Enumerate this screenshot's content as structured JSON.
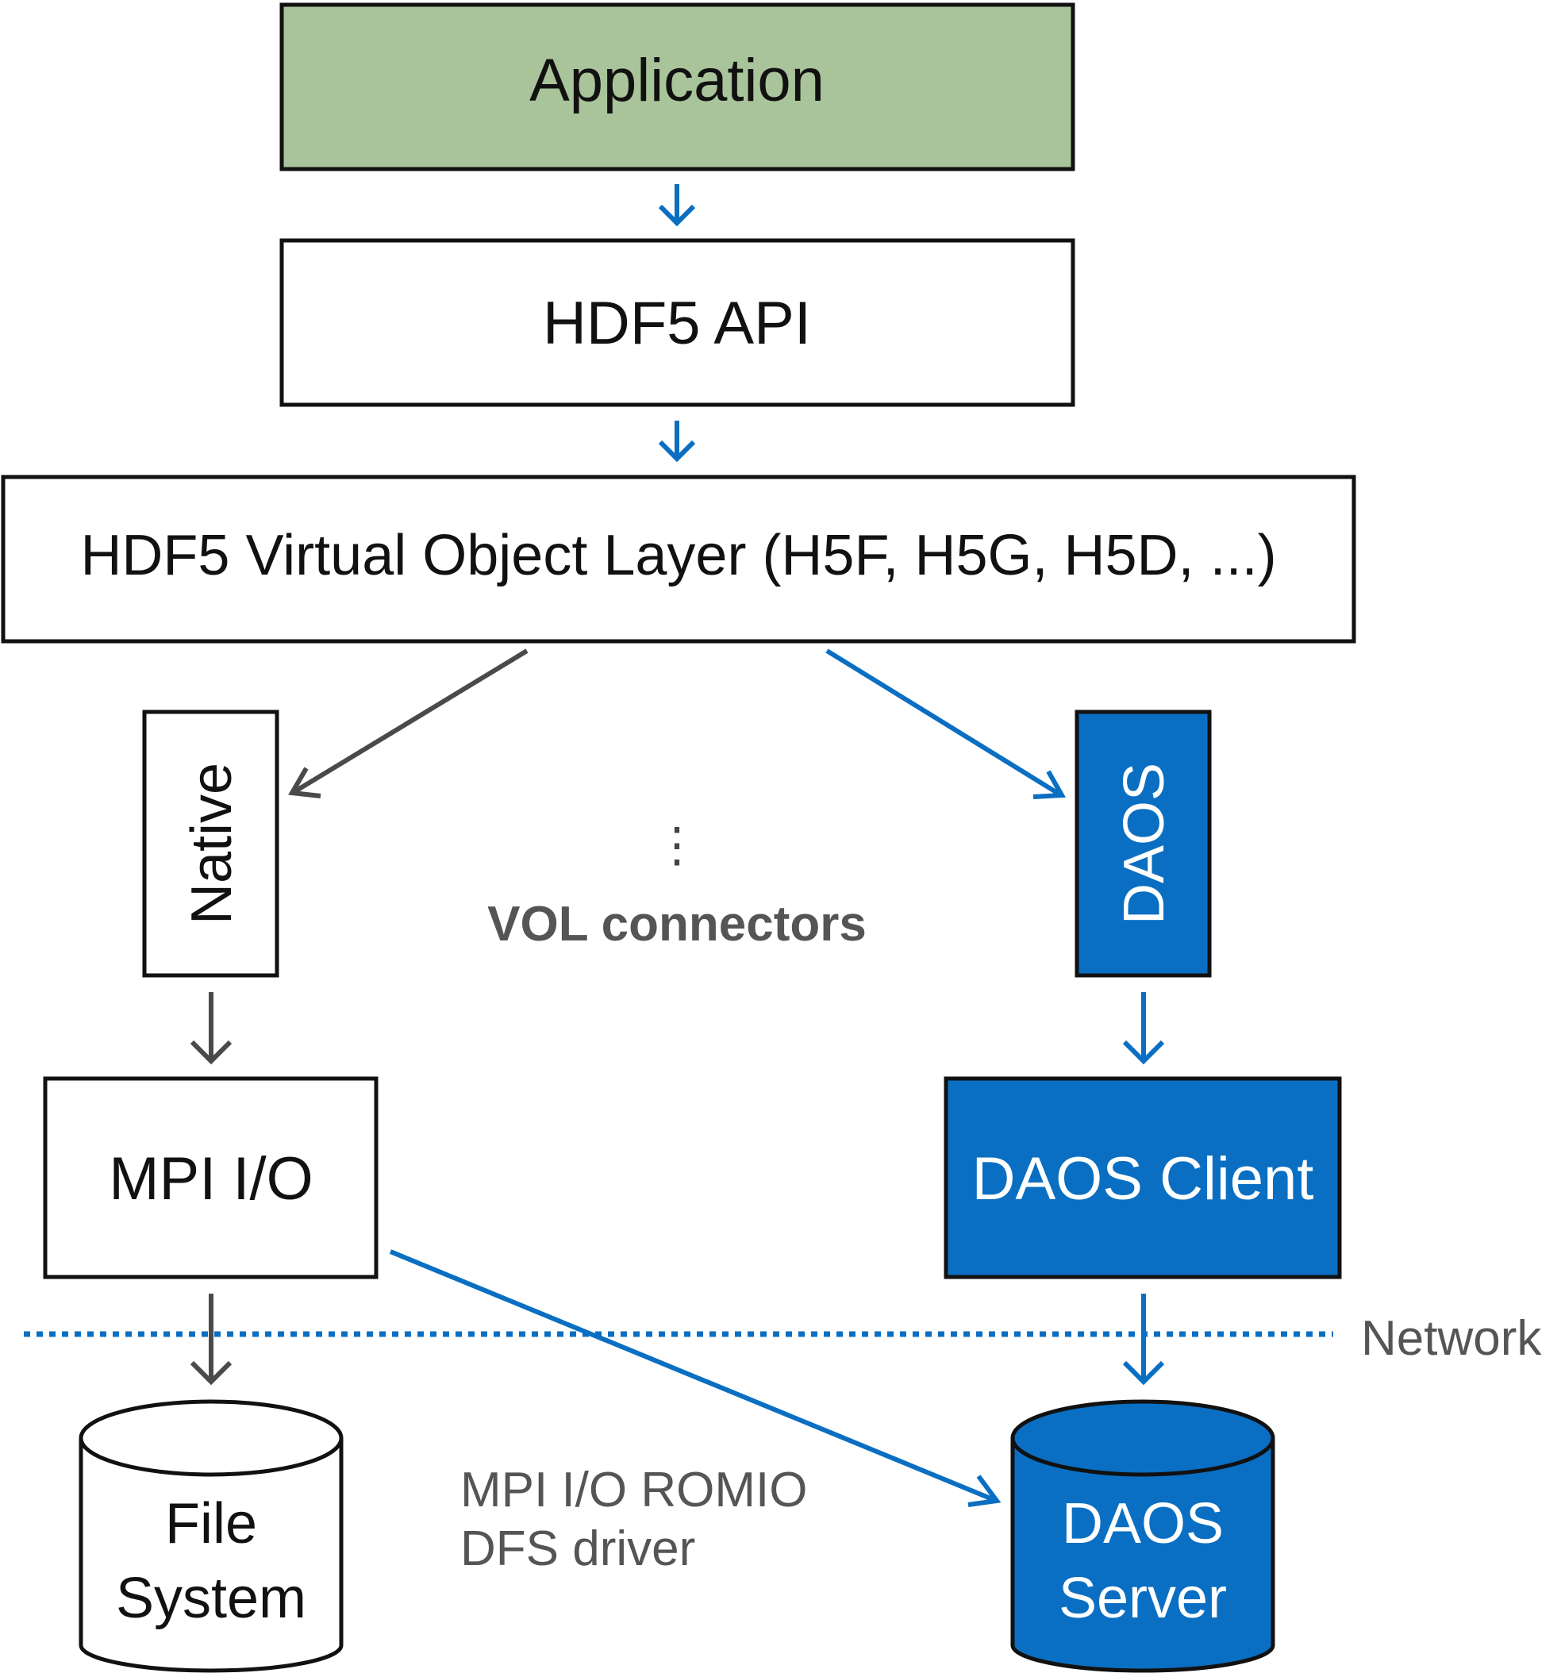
{
  "labels": {
    "application": "Application",
    "hdf5_api": "HDF5 API",
    "vol_layer": "HDF5 Virtual Object Layer (H5F, H5G, H5D, ...)",
    "native": "Native",
    "daos": "DAOS",
    "ellipsis": "⋮",
    "vol_connectors": "VOL connectors",
    "mpi_io": "MPI I/O",
    "daos_client": "DAOS Client",
    "network": "Network",
    "file_system_line1": "File",
    "file_system_line2": "System",
    "daos_server_line1": "DAOS",
    "daos_server_line2": "Server",
    "romio_line1": "MPI I/O ROMIO",
    "romio_line2": "DFS driver"
  },
  "colors": {
    "application_fill": "#a9c49a",
    "daos_blue": "#0a6fc2",
    "arrow_gray": "#4a4a4a",
    "text_gray": "#555555",
    "stroke": "#111111"
  }
}
